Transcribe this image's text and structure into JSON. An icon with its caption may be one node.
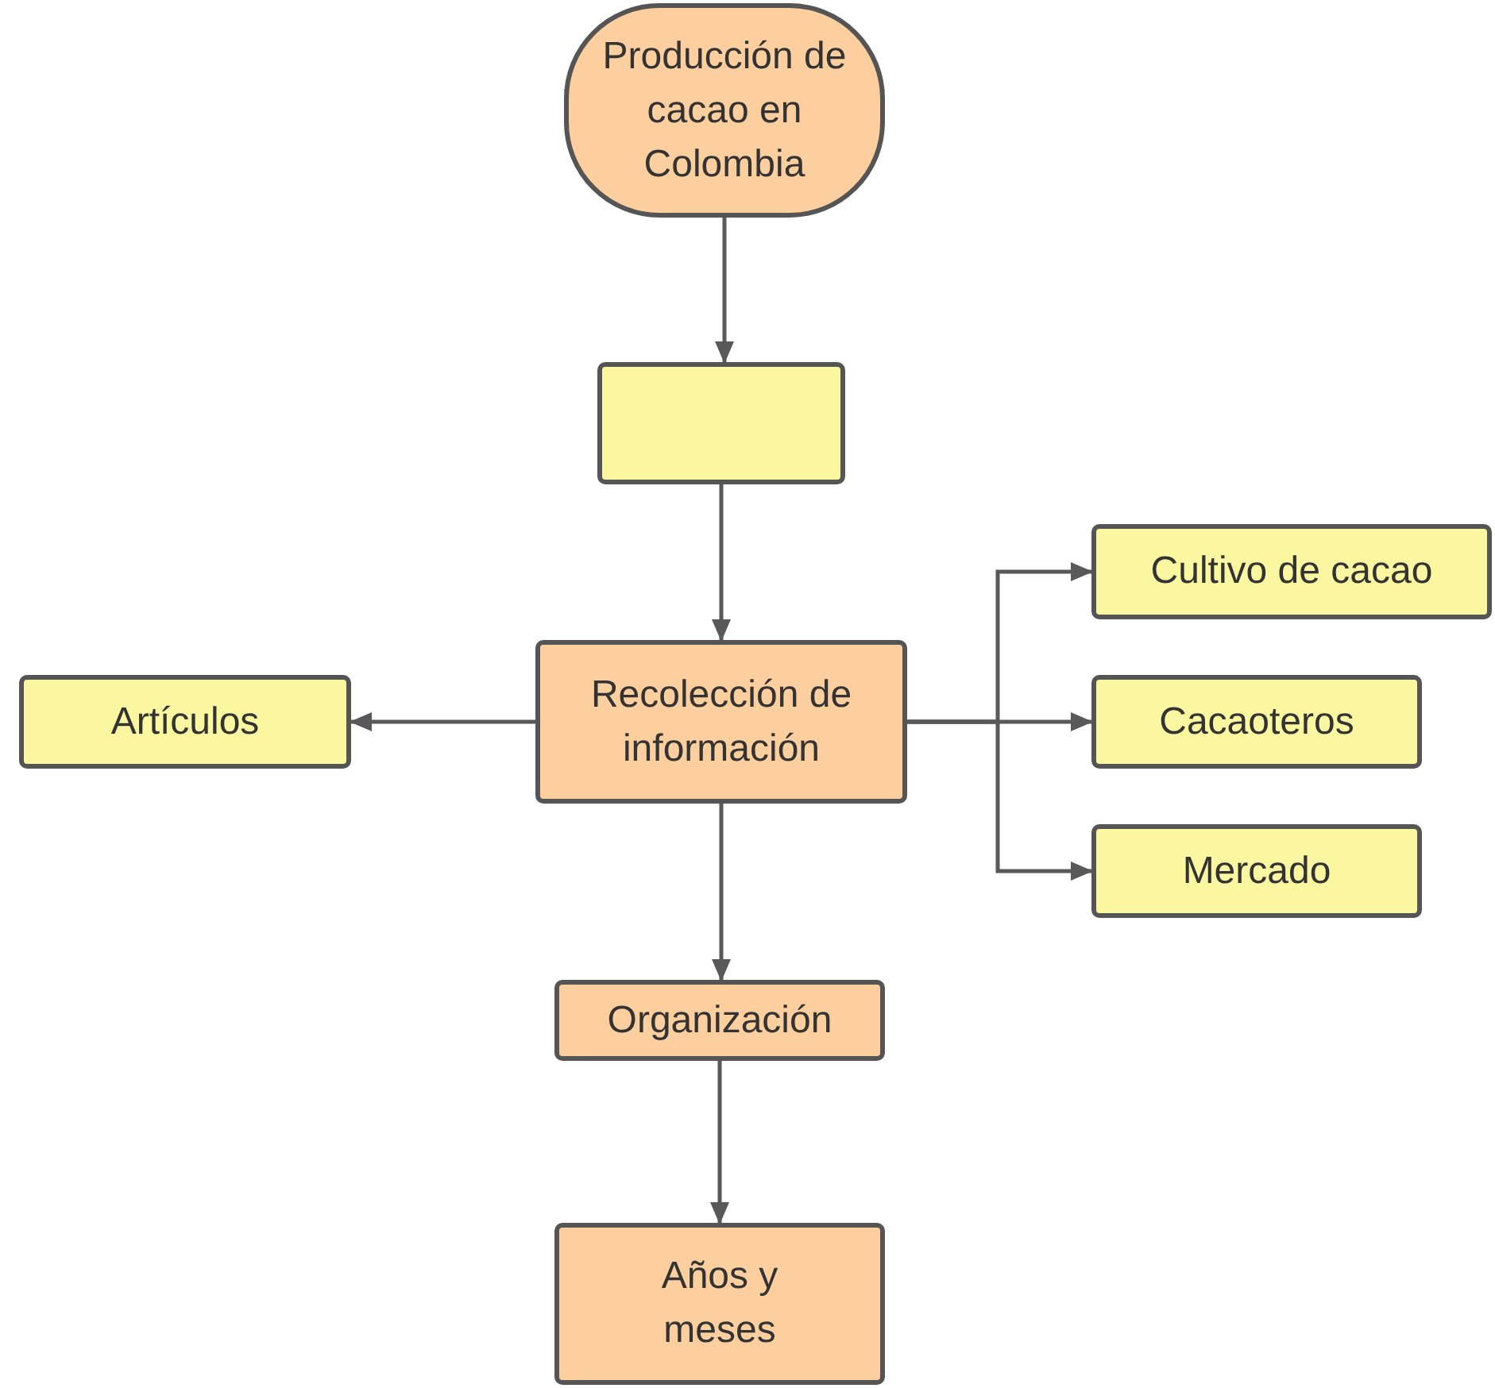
{
  "diagram": {
    "nodes": [
      {
        "text": [
          "Producción de cacao en Colombia"
        ]
      },
      {
        "text": [],
        "shape": "box"
      },
      {
        "text": [
          "Recolección de información"
        ]
      },
      {
        "text": [
          "Artículos"
        ]
      },
      {
        "text": [
          "Cultivo de cacao"
        ]
      },
      {
        "text": [
          "Cacaoteros"
        ]
      },
      {
        "text": [
          "Mercado"
        ]
      },
      {
        "text": [
          "Organización"
        ]
      },
      {
        "text": [
          "Años y meses"
        ]
      }
    ],
    "edges": [
      {
        "from": 0,
        "to": 1,
        "arrow": "to"
      },
      {
        "from": 1,
        "to": 2,
        "arrow": "to"
      },
      {
        "from": 2,
        "to": 3,
        "arrow": "to"
      },
      {
        "from": 2,
        "to": 4,
        "arrow": "to"
      },
      {
        "from": 2,
        "to": 5,
        "arrow": "to"
      },
      {
        "from": 2,
        "to": 6,
        "arrow": "to"
      },
      {
        "from": 2,
        "to": 7,
        "arrow": "to"
      },
      {
        "from": 7,
        "to": 8,
        "arrow": "to"
      }
    ]
  }
}
